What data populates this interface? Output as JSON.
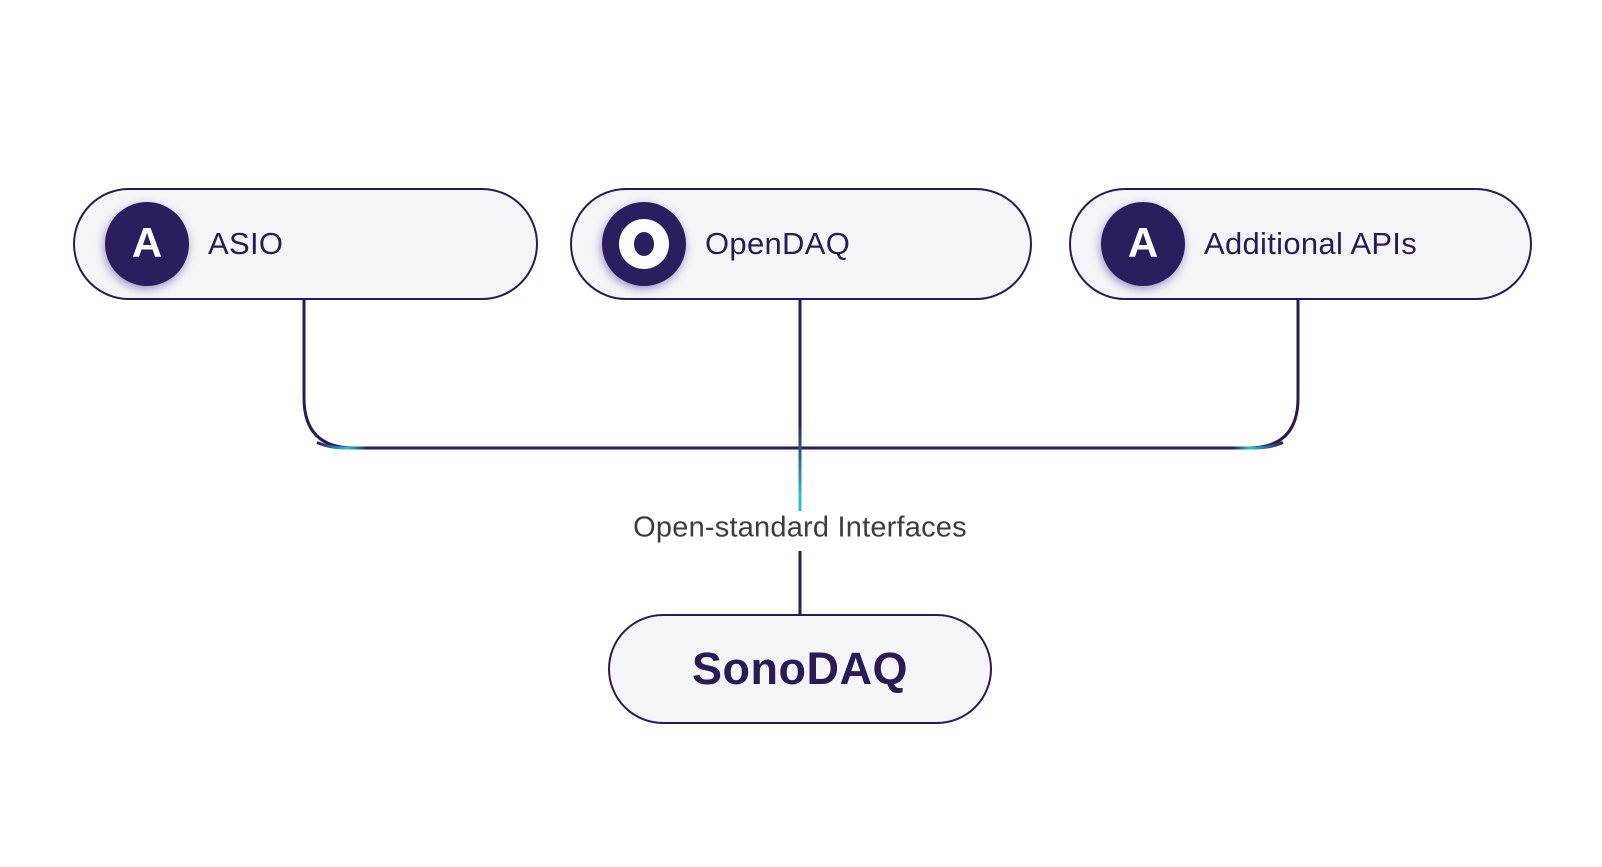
{
  "colors": {
    "background": "#ffffff",
    "pill_fill": "#f5f5f7",
    "pill_border": "#2a1a57",
    "line_navy": "#2a1a57",
    "accent_cyan": "#2fb9e9",
    "badge_fill": "#2b1e5f",
    "badge_letter": "#ffffff",
    "node_text": "#2a1a57",
    "label_gray": "#3c3c3c"
  },
  "nodes": [
    {
      "id": "asio",
      "label": "ASIO",
      "badge_letter": "A"
    },
    {
      "id": "opendaq",
      "label": "OpenDAQ",
      "badge_letter": "O"
    },
    {
      "id": "additional-apis",
      "label": "Additional APIs",
      "badge_letter": "A"
    }
  ],
  "junction": {
    "label": "Open-standard Interfaces"
  },
  "target": {
    "label": "SonoDAQ"
  }
}
